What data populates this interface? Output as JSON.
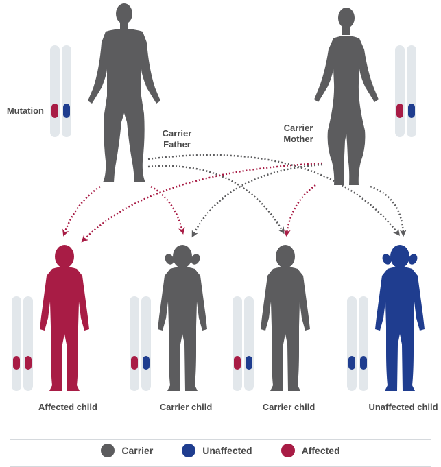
{
  "colors": {
    "carrier": "#5c5c5e",
    "unaffected": "#1f3d8f",
    "affected": "#a81c45",
    "chromosome": "#e2e7eb"
  },
  "labels": {
    "mutation": "Mutation",
    "father": [
      "Carrier",
      "Father"
    ],
    "mother": [
      "Carrier",
      "Mother"
    ]
  },
  "children": [
    {
      "label": "Affected child",
      "status": "affected",
      "figure": "boy",
      "alleles": [
        "affected",
        "affected"
      ]
    },
    {
      "label": "Carrier child",
      "status": "carrier",
      "figure": "girl",
      "alleles": [
        "affected",
        "unaffected"
      ]
    },
    {
      "label": "Carrier child",
      "status": "carrier",
      "figure": "boy",
      "alleles": [
        "affected",
        "unaffected"
      ]
    },
    {
      "label": "Unaffected child",
      "status": "unaffected",
      "figure": "girl",
      "alleles": [
        "unaffected",
        "unaffected"
      ]
    }
  ],
  "legend": [
    {
      "label": "Carrier",
      "color": "#5c5c5e"
    },
    {
      "label": "Unaffected",
      "color": "#1f3d8f"
    },
    {
      "label": "Affected",
      "color": "#a81c45"
    }
  ]
}
